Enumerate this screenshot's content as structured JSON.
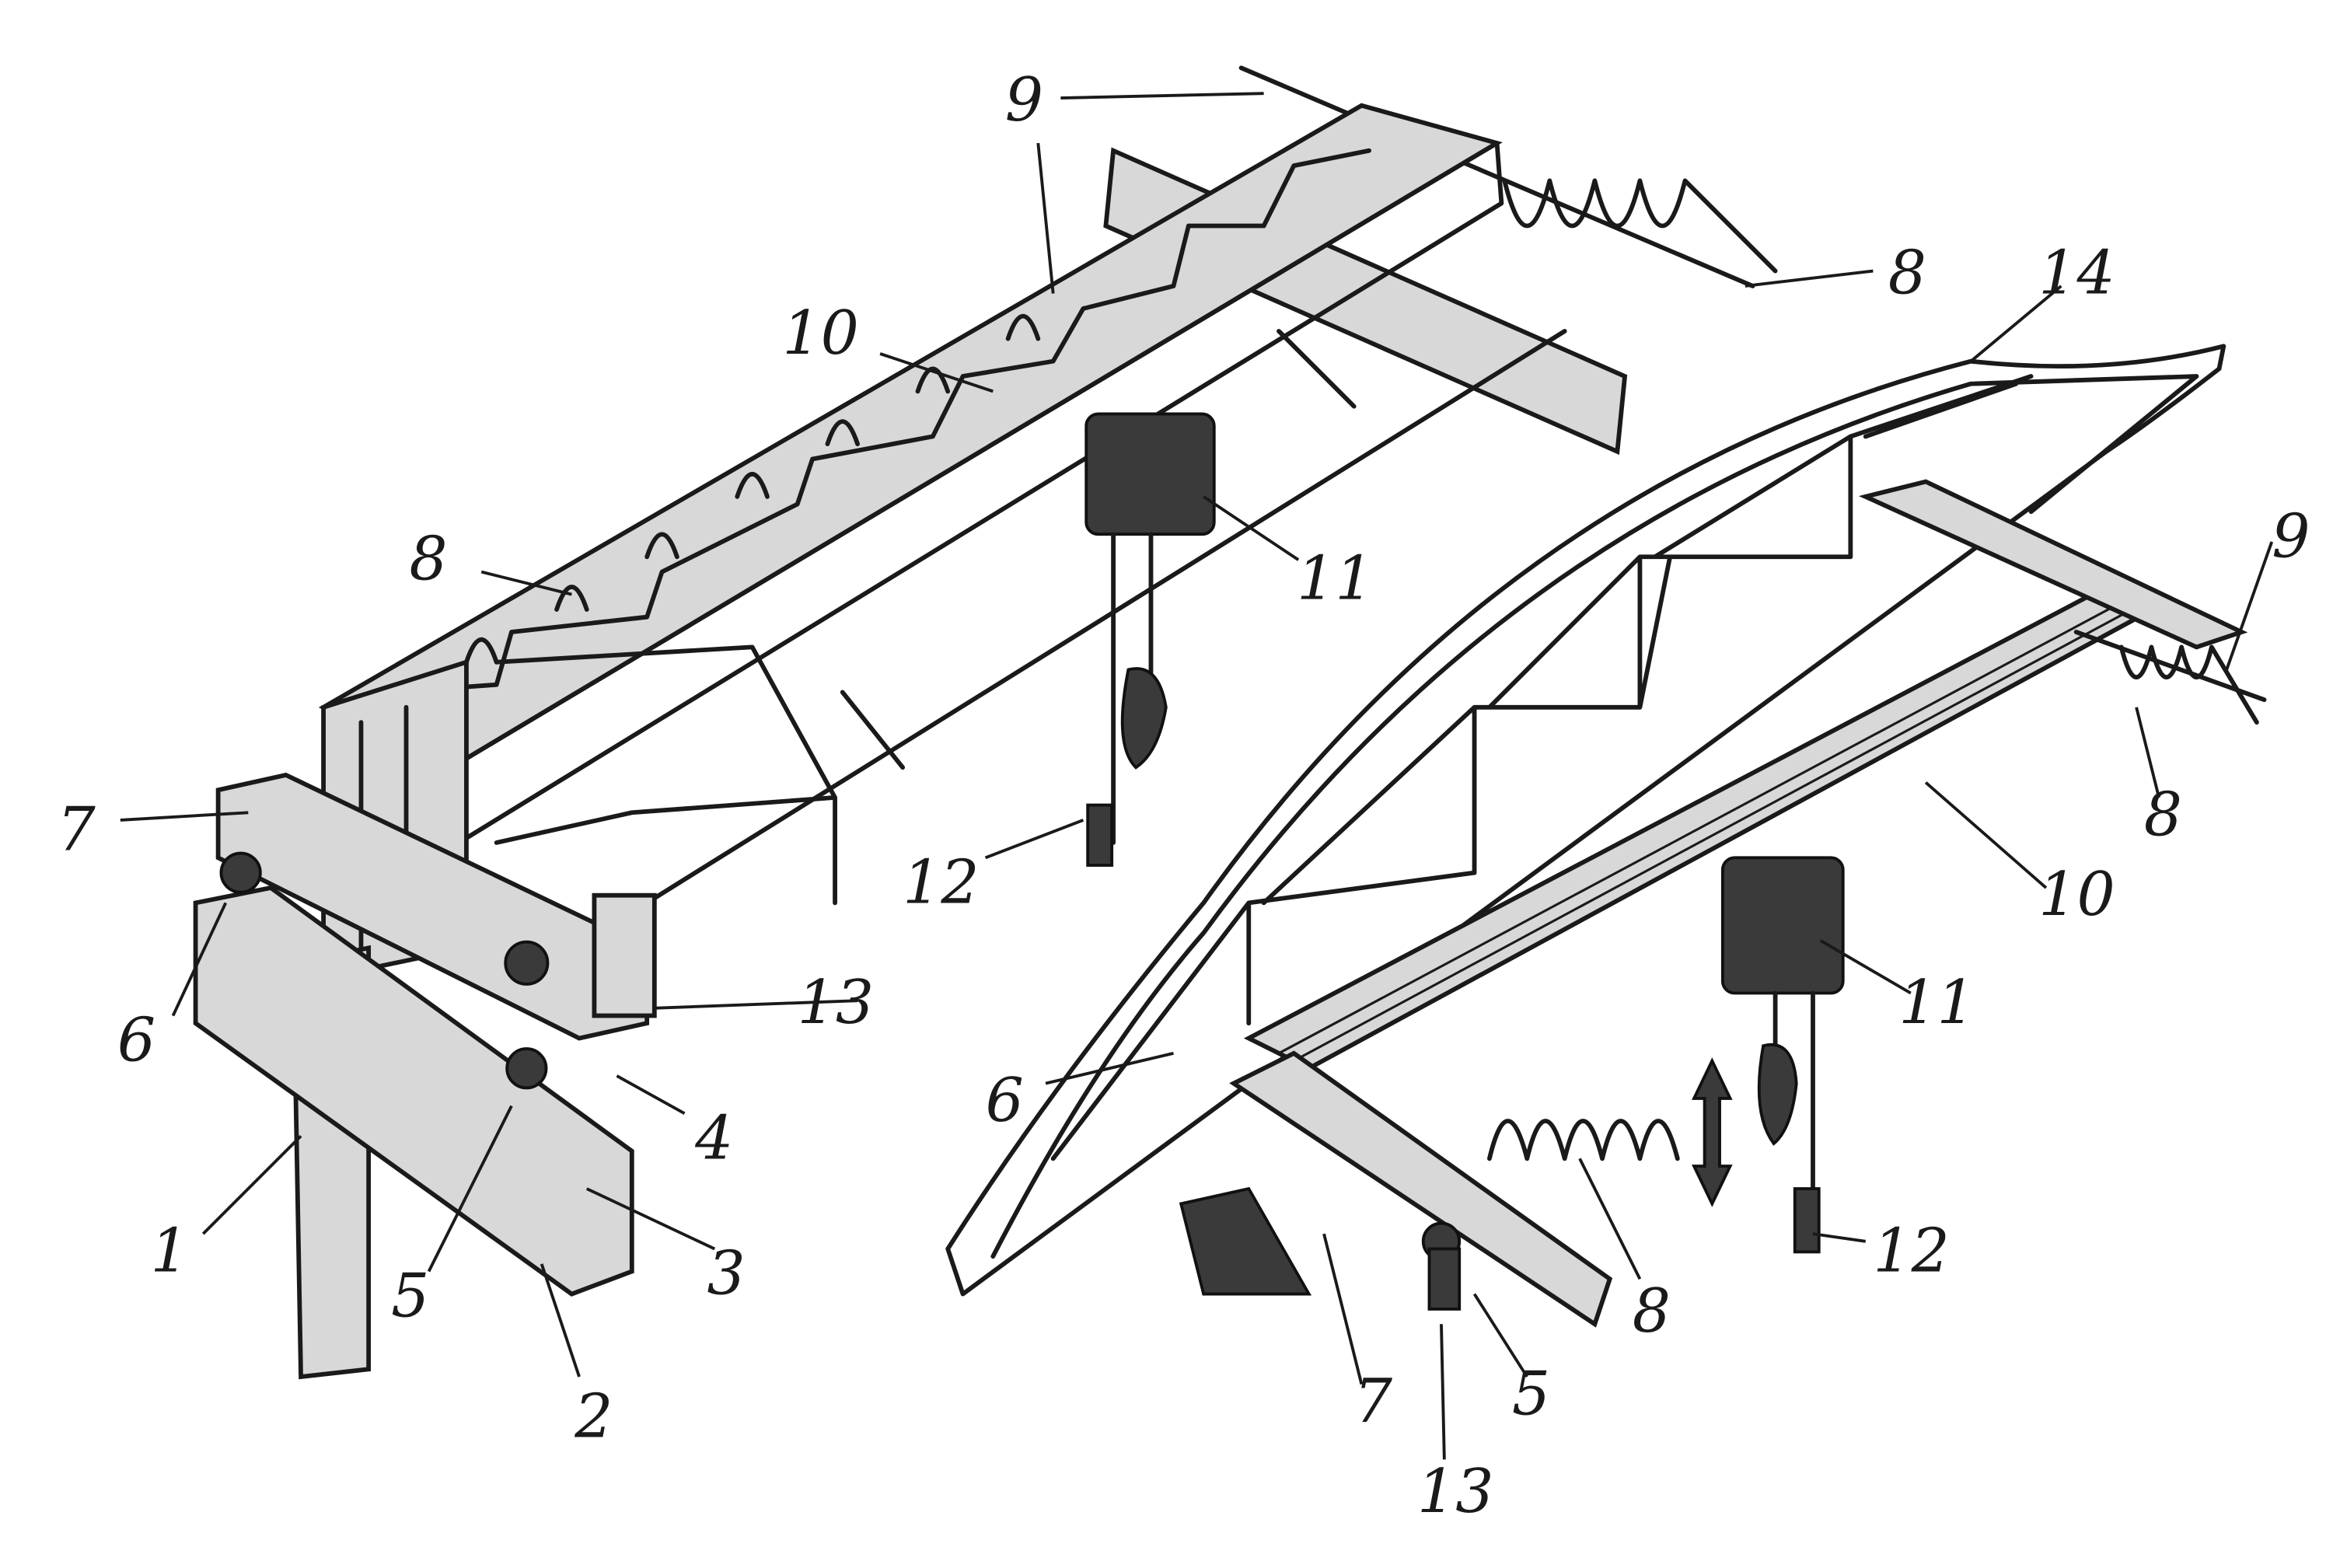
{
  "figure": {
    "left_crane_labels": [
      "9",
      "10",
      "8",
      "11",
      "7",
      "12",
      "13",
      "6",
      "4",
      "3",
      "5",
      "1",
      "2",
      "8"
    ],
    "right_crane_labels": [
      "14",
      "9",
      "8",
      "10",
      "11",
      "6",
      "12",
      "8",
      "7",
      "5",
      "13"
    ]
  }
}
